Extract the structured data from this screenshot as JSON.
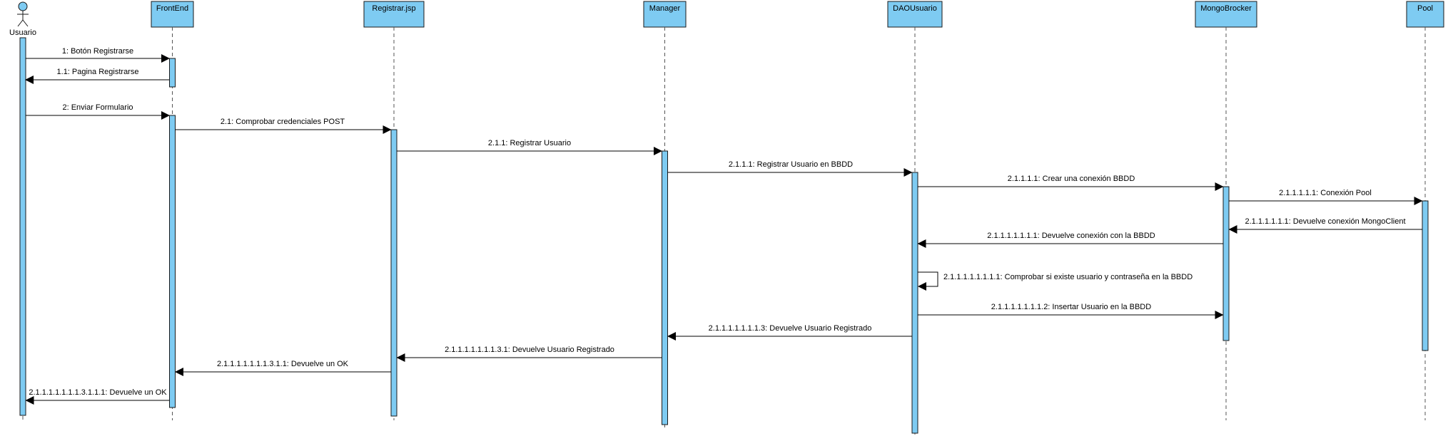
{
  "diagram": {
    "actor": {
      "label": "Usuario"
    },
    "participants": [
      {
        "id": "frontend",
        "label": "FrontEnd"
      },
      {
        "id": "registrar",
        "label": "Registrar.jsp"
      },
      {
        "id": "manager",
        "label": "Manager"
      },
      {
        "id": "daousuario",
        "label": "DAOUsuario"
      },
      {
        "id": "mongobrocker",
        "label": "MongoBrocker"
      },
      {
        "id": "pool",
        "label": "Pool"
      }
    ],
    "messages": [
      {
        "id": "m1",
        "from": "usuario",
        "to": "frontend",
        "label": "1: Botón Registrarse",
        "kind": "call"
      },
      {
        "id": "m2",
        "from": "frontend",
        "to": "usuario",
        "label": "1.1: Pagina Registrarse",
        "kind": "return"
      },
      {
        "id": "m3",
        "from": "usuario",
        "to": "frontend",
        "label": "2: Enviar Formulario",
        "kind": "call"
      },
      {
        "id": "m4",
        "from": "frontend",
        "to": "registrar",
        "label": "2.1: Comprobar credenciales POST",
        "kind": "call"
      },
      {
        "id": "m5",
        "from": "registrar",
        "to": "manager",
        "label": "2.1.1: Registrar Usuario",
        "kind": "call"
      },
      {
        "id": "m6",
        "from": "manager",
        "to": "daousuario",
        "label": "2.1.1.1: Registrar Usuario en BBDD",
        "kind": "call"
      },
      {
        "id": "m7",
        "from": "daousuario",
        "to": "mongobrocker",
        "label": "2.1.1.1.1: Crear una conexión BBDD",
        "kind": "call"
      },
      {
        "id": "m8",
        "from": "mongobrocker",
        "to": "pool",
        "label": "2.1.1.1.1.1: Conexión Pool",
        "kind": "call"
      },
      {
        "id": "m9",
        "from": "pool",
        "to": "mongobrocker",
        "label": "2.1.1.1.1.1.1: Devuelve conexión MongoClient",
        "kind": "return"
      },
      {
        "id": "m10",
        "from": "mongobrocker",
        "to": "daousuario",
        "label": "2.1.1.1.1.1.1.1: Devuelve conexión con la BBDD",
        "kind": "return"
      },
      {
        "id": "m11",
        "from": "daousuario",
        "to": "daousuario",
        "label": "2.1.1.1.1.1.1.1.1: Comprobar si existe usuario y contraseña en la BBDD",
        "kind": "self"
      },
      {
        "id": "m12",
        "from": "daousuario",
        "to": "mongobrocker",
        "label": "2.1.1.1.1.1.1.1.2: Insertar Usuario en la BBDD",
        "kind": "call"
      },
      {
        "id": "m13",
        "from": "daousuario",
        "to": "manager",
        "label": "2.1.1.1.1.1.1.1.3: Devuelve Usuario Registrado",
        "kind": "return"
      },
      {
        "id": "m14",
        "from": "manager",
        "to": "registrar",
        "label": "2.1.1.1.1.1.1.1.3.1: Devuelve Usuario Registrado",
        "kind": "return"
      },
      {
        "id": "m15",
        "from": "registrar",
        "to": "frontend",
        "label": "2.1.1.1.1.1.1.1.3.1.1: Devuelve un OK",
        "kind": "return"
      },
      {
        "id": "m16",
        "from": "frontend",
        "to": "usuario",
        "label": "2.1.1.1.1.1.1.1.3.1.1.1: Devuelve un OK",
        "kind": "return"
      }
    ],
    "colors": {
      "header_fill": "#7ecbf2",
      "activation_fill": "#7ecbf2",
      "border": "#1a1a1a",
      "lifeline": "#555555",
      "arrow": "#000000"
    }
  }
}
